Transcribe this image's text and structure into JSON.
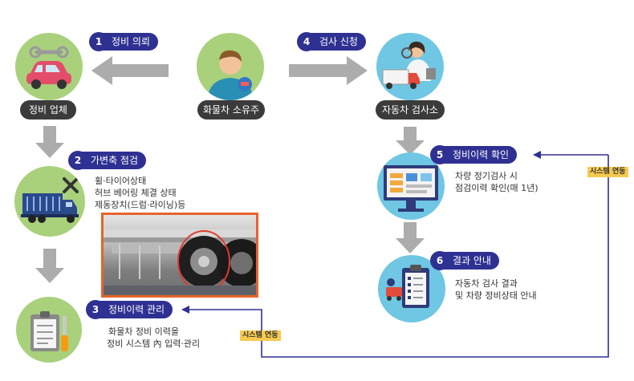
{
  "nodes": {
    "repair_shop": {
      "caption": "정비 업체"
    },
    "truck_owner": {
      "caption": "화물차 소유주"
    },
    "inspection_center": {
      "caption": "자동차 검사소"
    }
  },
  "steps": [
    {
      "num": "1",
      "label": "정비 의뢰"
    },
    {
      "num": "2",
      "label": "가변축 점검",
      "desc": [
        "휠·타이어상태",
        "허브 베어링 체결 상태",
        "제동장치(드럼·라이닝)등"
      ]
    },
    {
      "num": "3",
      "label": "정비이력 관리",
      "desc": [
        "화물차 정비 이력을",
        "정비 시스템 內 입력·관리"
      ]
    },
    {
      "num": "4",
      "label": "검사 신청"
    },
    {
      "num": "5",
      "label": "정비이력 확인",
      "desc": [
        "차량 정기검사 시",
        "점검이력 확인(매 1년)"
      ]
    },
    {
      "num": "6",
      "label": "결과 안내",
      "desc": [
        "자동차 검사 결과",
        "및 차량 정비상태 안내"
      ]
    }
  ],
  "links": {
    "left_tag": "시스템 연동",
    "right_tag": "시스템 연동"
  },
  "colors": {
    "badge": "#2e3192",
    "link_line": "#2e3192",
    "arrow": "#9e9e9e",
    "green_circle": "#a9d17c",
    "blue_circle": "#6fc7e3",
    "photo_border": "#e8632b",
    "tag_bg": "#f6c94f"
  },
  "icons": {
    "repair_shop": "car-with-wrench-icon",
    "truck_owner": "person-icon",
    "inspection_center": "inspector-with-truck-icon",
    "step2": "cargo-truck-icon",
    "step3": "clipboard-tools-icon",
    "step5": "monitor-icon",
    "step6": "checklist-icon",
    "photo": "truck-wheel-photo"
  }
}
